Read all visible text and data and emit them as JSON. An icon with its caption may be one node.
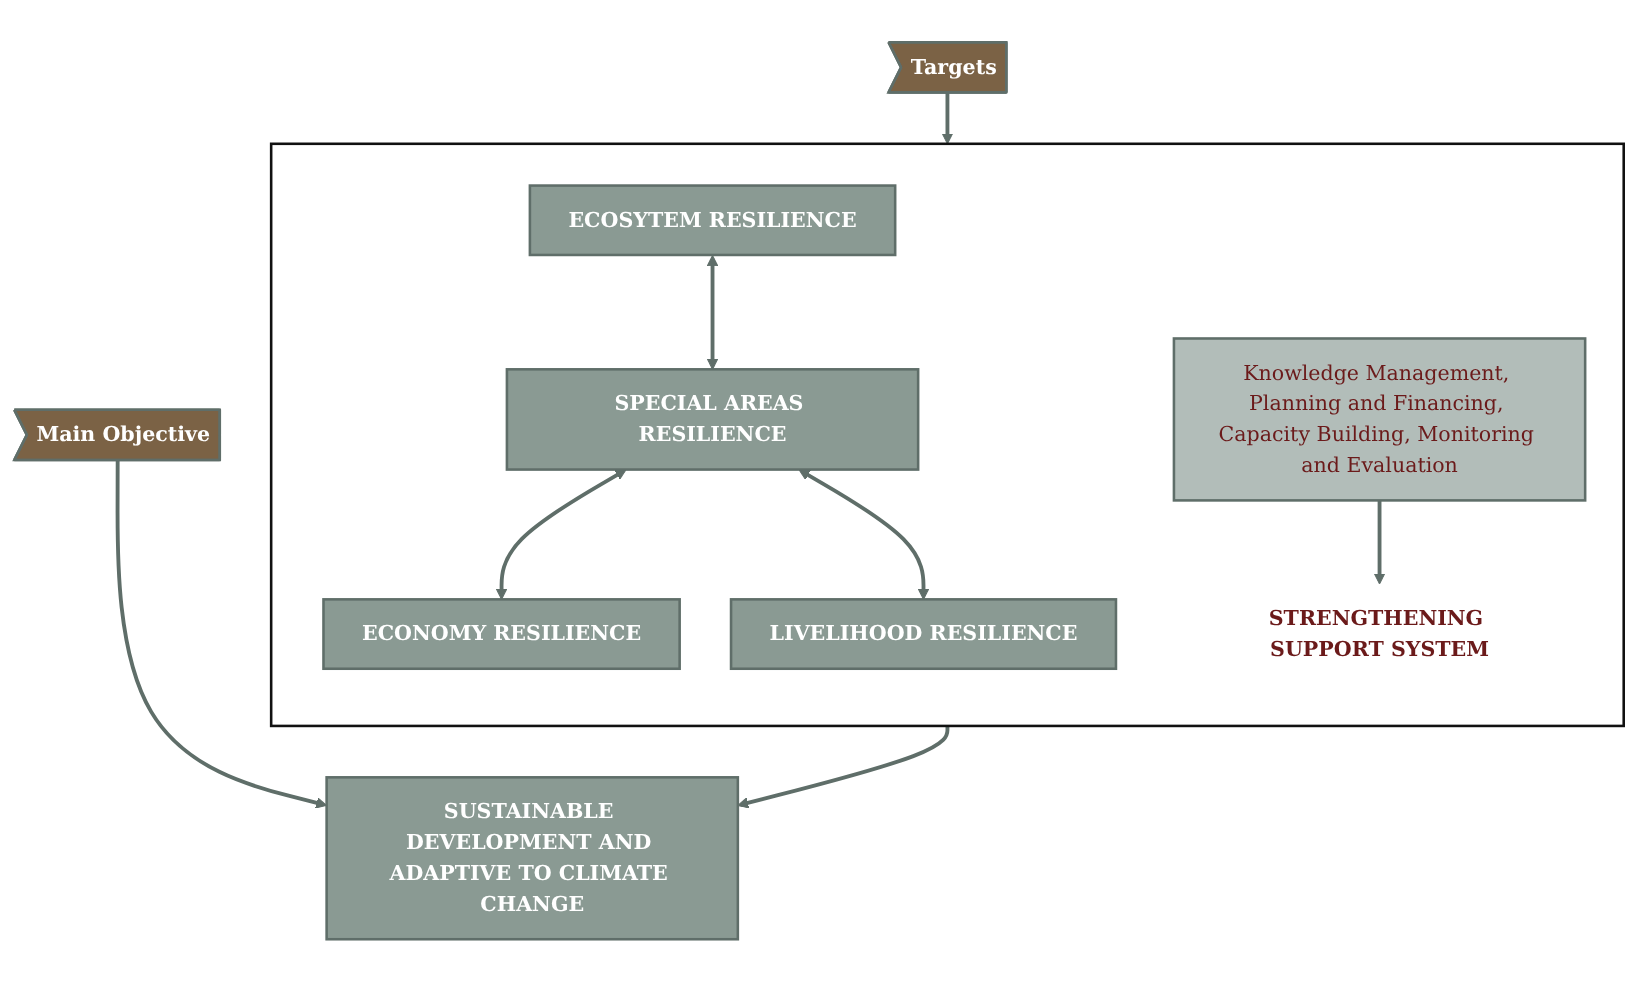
{
  "diagram": {
    "nodes": [
      {
        "text": [
          "Main Objective"
        ]
      },
      {
        "text": [
          "SUSTAINABLE DEVELOPMENT AND ADAPTIVE TO CLIMATE CHANGE"
        ]
      },
      {
        "text": [],
        "shape": "box"
      },
      {
        "text": [
          "Targets"
        ]
      },
      {
        "text": [
          "ECOSYTEM RESILIENCE"
        ],
        "in": 2
      },
      {
        "text": [
          "SPECIAL AREAS RESILIENCE"
        ],
        "in": 2
      },
      {
        "text": [
          "ECONOMY RESILIENCE"
        ],
        "in": 2
      },
      {
        "text": [
          "STRENGTHENING SUPPORT SYSTEM"
        ],
        "in": 2
      },
      {
        "text": [
          "LIVELIHOOD RESILIENCE"
        ],
        "in": 2
      },
      {
        "text": [
          "Knowledge Management, Planning and Financing, Capacity Building, Monitoring and Evaluation"
        ],
        "in": 2
      }
    ],
    "edges": [
      {
        "from": 0,
        "to": 1,
        "arrow": "to"
      },
      {
        "from": 2,
        "to": 1,
        "arrow": "to"
      },
      {
        "from": 3,
        "to": 2,
        "arrow": "to"
      },
      {
        "from": 4,
        "to": 5,
        "arrow": "both"
      },
      {
        "from": 5,
        "to": 6,
        "arrow": "both"
      },
      {
        "from": 5,
        "to": 8,
        "arrow": "both"
      },
      {
        "from": 9,
        "to": 7,
        "arrow": "to"
      }
    ]
  }
}
